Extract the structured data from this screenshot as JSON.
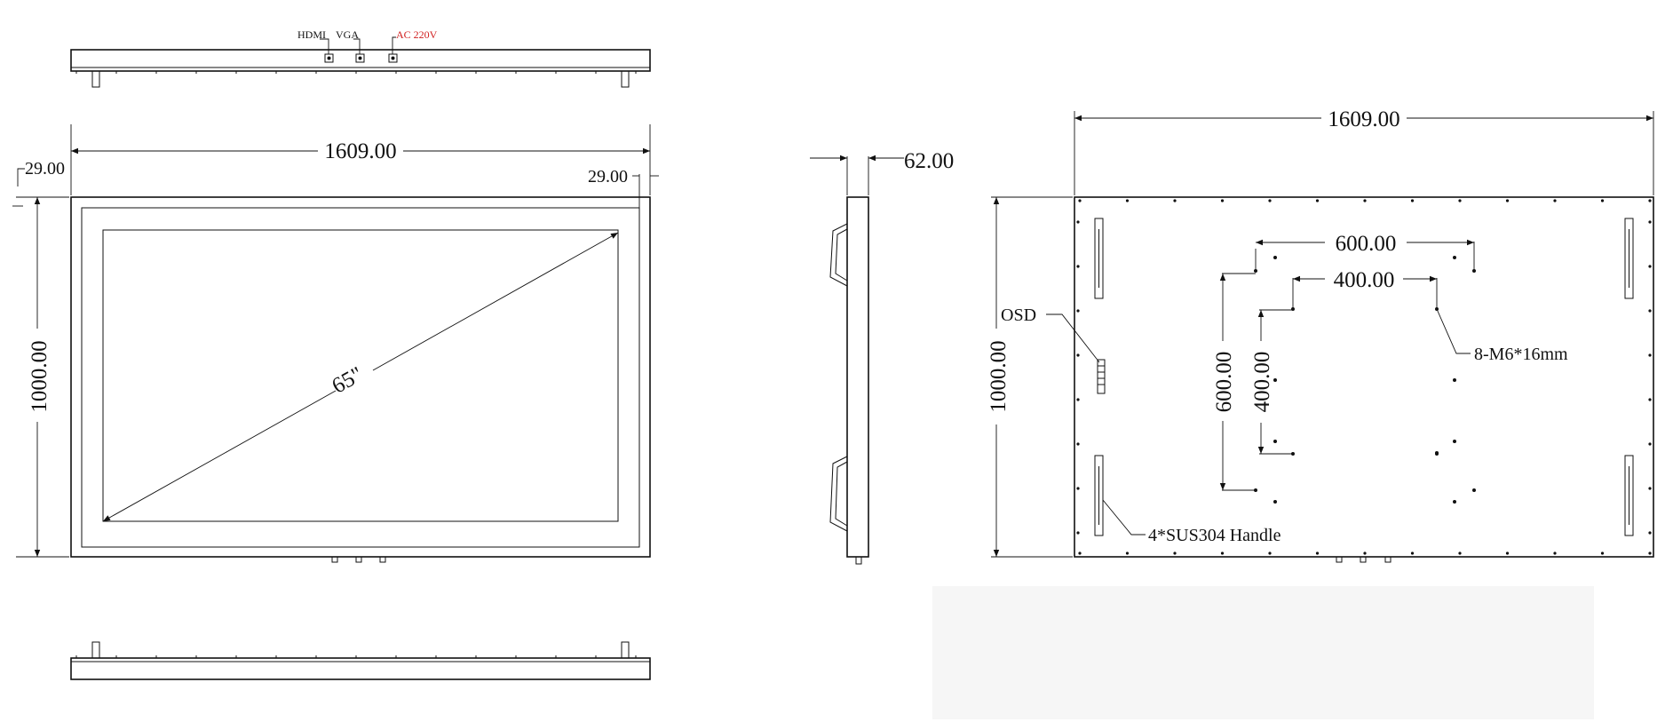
{
  "top_view": {
    "labels": {
      "hdmi": "HDMI",
      "vga": "VGA",
      "ac": "AC 220V"
    },
    "colors": {
      "ac": "#d12020"
    }
  },
  "front_view": {
    "width": "1609.00",
    "height": "1000.00",
    "bezel_left": "29.00",
    "bezel_right": "29.00",
    "diagonal": "65\""
  },
  "side_view": {
    "depth": "62.00"
  },
  "rear_view": {
    "width": "1609.00",
    "height": "1000.00",
    "vesa_outer_w": "600.00",
    "vesa_inner_w": "400.00",
    "vesa_outer_h": "600.00",
    "vesa_inner_h": "400.00",
    "screws": "8-M6*16mm",
    "osd": "OSD",
    "handles": "4*SUS304 Handle"
  }
}
